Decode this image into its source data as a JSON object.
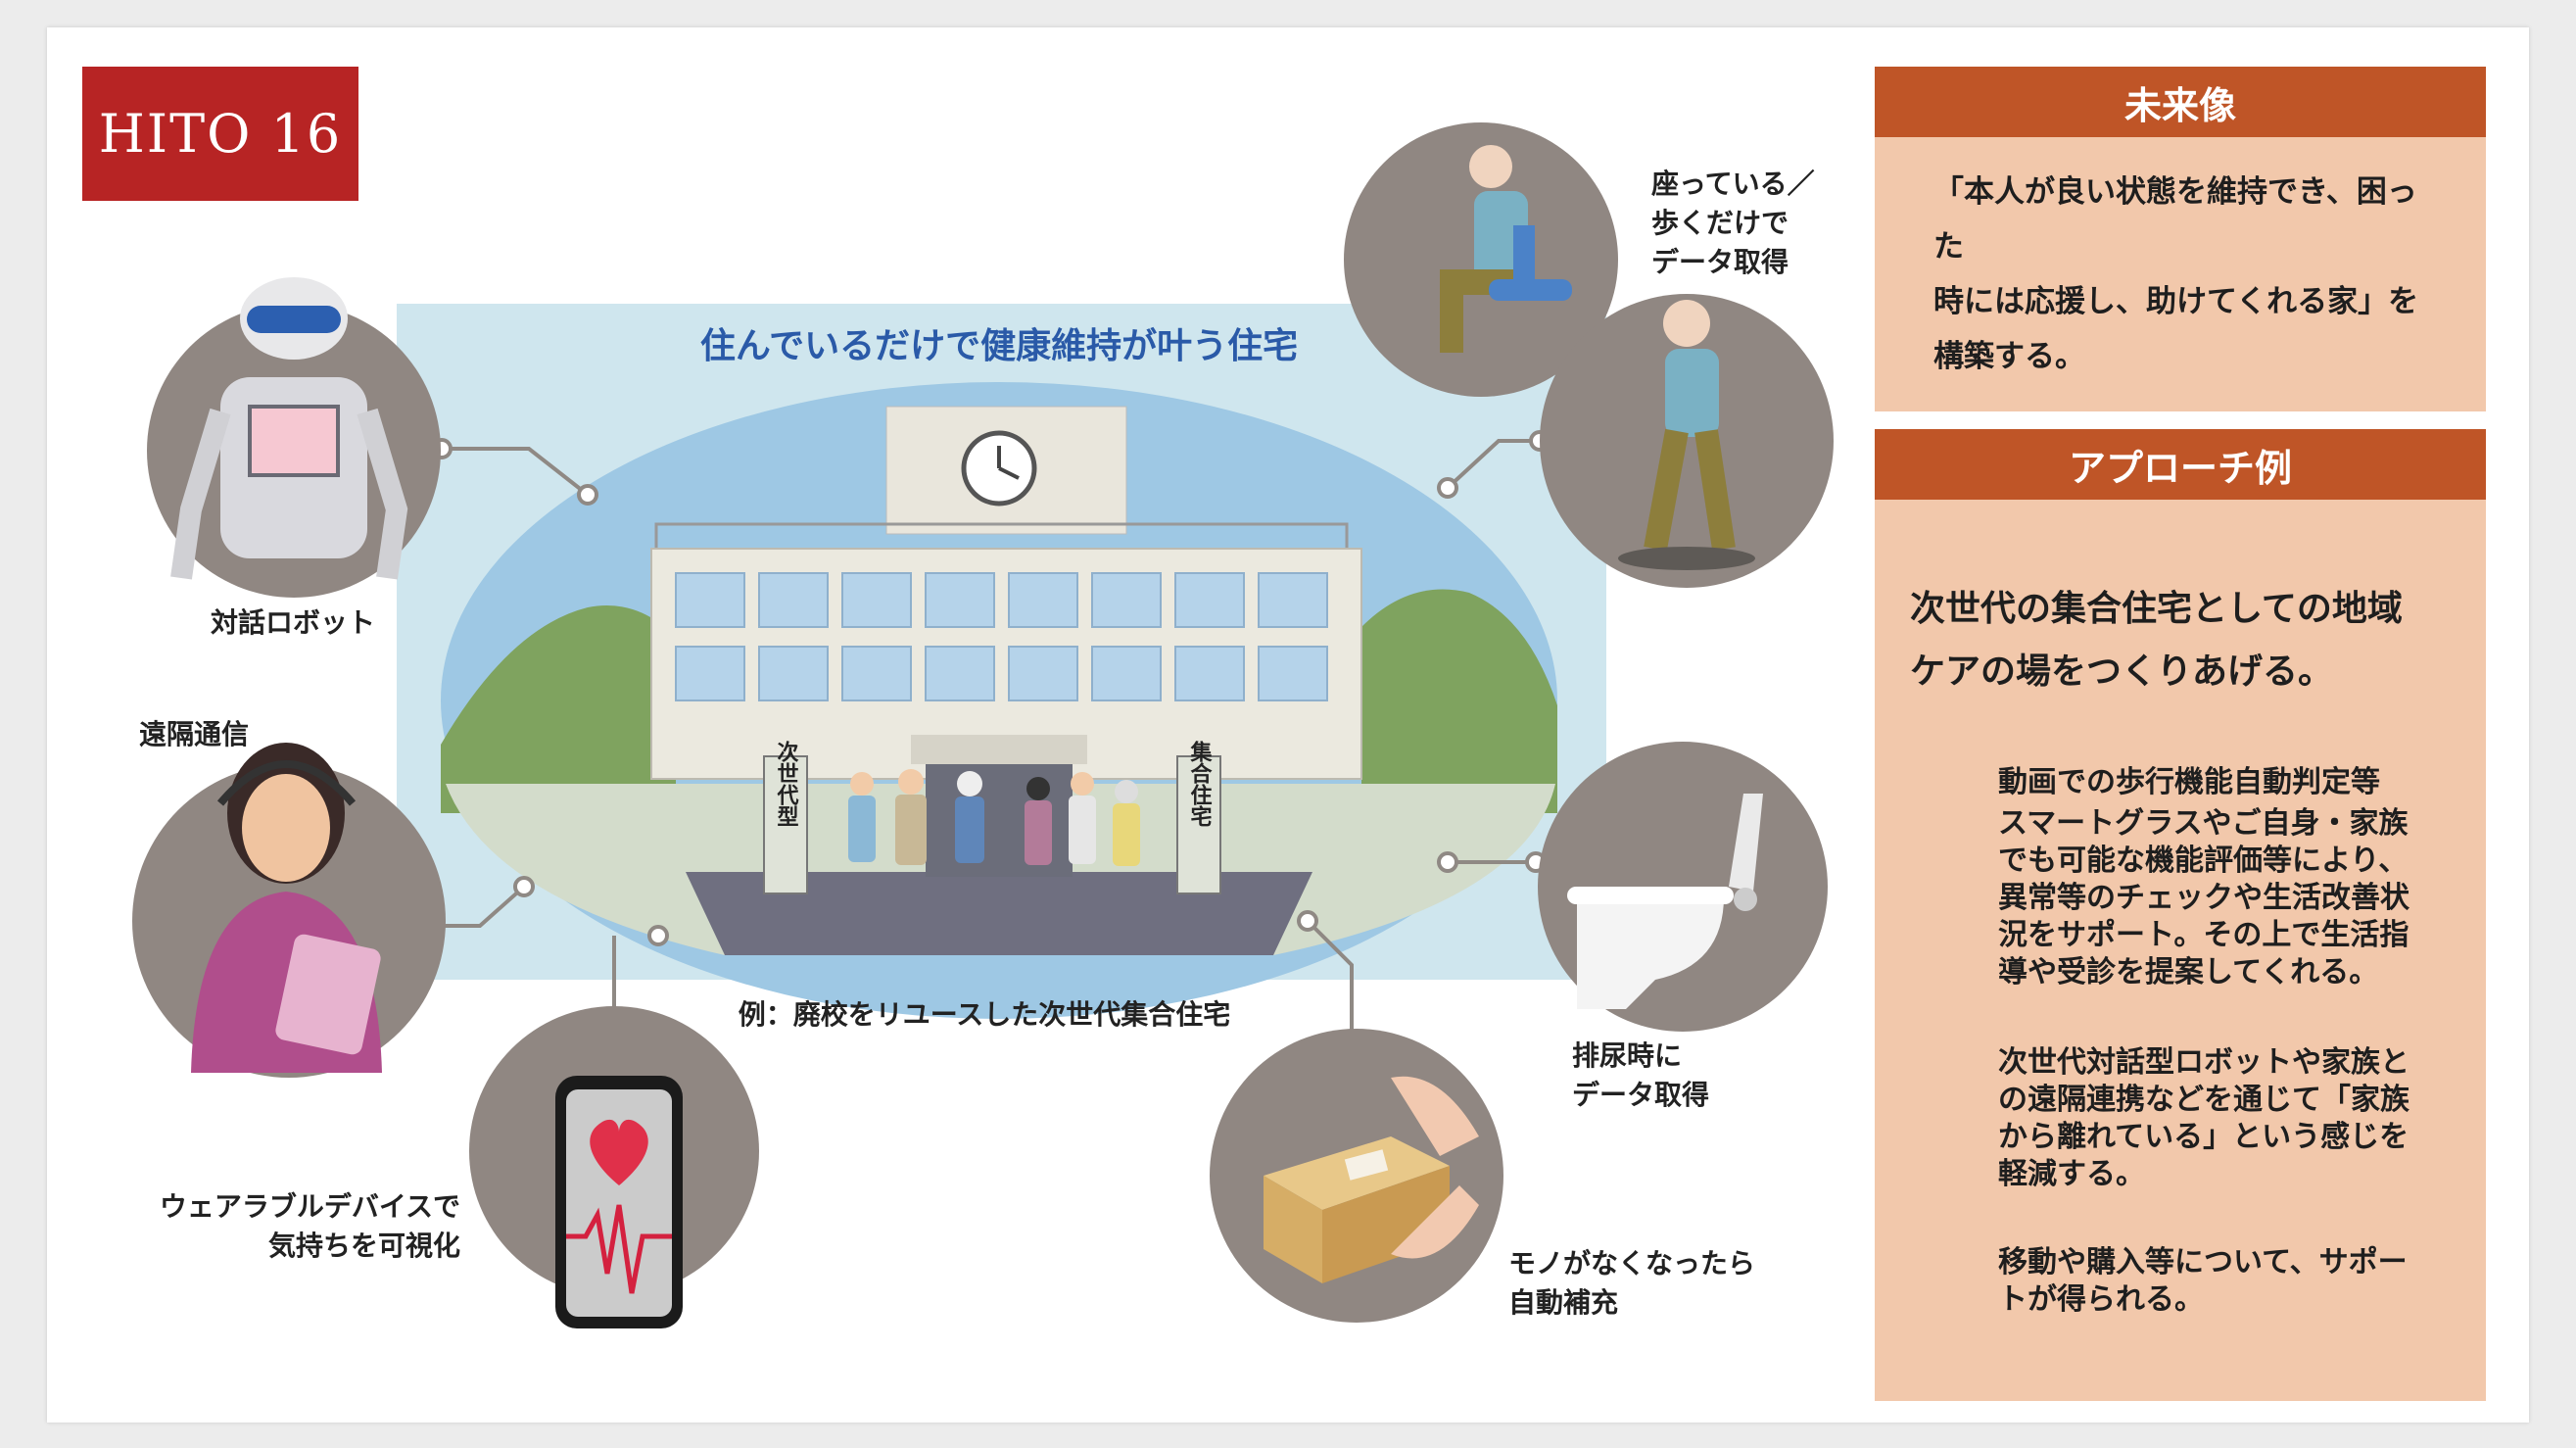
{
  "badge": "HITO 16",
  "scene": {
    "title": "住んでいるだけで健康維持が叶う住宅",
    "caption": "例：廃校をリユースした次世代集合住宅",
    "sign_left": "次世代型",
    "sign_right": "集合住宅"
  },
  "labels": {
    "robot": "対話ロボット",
    "remote": "遠隔通信",
    "wearable_1": "ウェアラブルデバイスで",
    "wearable_2": "気持ちを可視化",
    "sitting_1": "座っている／",
    "sitting_2": "歩くだけで",
    "sitting_3": "データ取得",
    "toilet_1": "排尿時に",
    "toilet_2": "データ取得",
    "box_1": "モノがなくなったら",
    "box_2": "自動補充"
  },
  "panel_future": {
    "heading": "未来像",
    "line1": "「本人が良い状態を維持でき、困った",
    "line2": "時には応援し、助けてくれる家」を",
    "line3": "構築する。"
  },
  "panel_approach": {
    "heading": "アプローチ例",
    "lead1": "次世代の集合住宅としての地域",
    "lead2": "ケアの場をつくりあげる。",
    "item1": [
      "動画での歩行機能自動判定等",
      "スマートグラスやご自身・家族",
      "でも可能な機能評価等により、",
      "異常等のチェックや生活改善状",
      "況をサポート。その上で生活指",
      "導や受診を提案してくれる。"
    ],
    "item2": [
      "次世代対話型ロボットや家族と",
      "の遠隔連携などを通じて「家族",
      "から離れている」という感じを",
      "軽減する。"
    ],
    "item3": [
      "移動や購入等について、サポー",
      "トが得られる。"
    ]
  },
  "colors": {
    "badge": "#b72424",
    "panel_heading": "#bf5527",
    "panel_body": "#f2c8ab",
    "circle": "#908782",
    "title_blue": "#2a5aa8"
  }
}
